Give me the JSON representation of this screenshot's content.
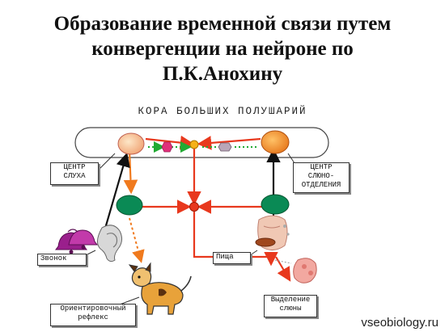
{
  "title_lines": [
    "Образование временной связи путем",
    "конвергенции на нейроне по",
    "П.К.Анохину"
  ],
  "cortex_label": "КОРА БОЛЬШИХ ПОЛУШАРИЙ",
  "labels": {
    "hearing_center": [
      "ЦЕНТР",
      "СЛУХА"
    ],
    "salivation_center": [
      "ЦЕНТР",
      "СЛЮНО-",
      "ОТДЕЛЕНИЯ"
    ],
    "bell": "Звонок",
    "food": "Пища",
    "orienting_reflex": [
      "Ориентировочный",
      "рефлекс"
    ],
    "saliva": [
      "Выделение",
      "слюны"
    ]
  },
  "watermark": "vseobiology.ru",
  "icons": [
    "bell-icon",
    "ear-icon",
    "dog-icon",
    "tongue-icon",
    "salivary-gland-icon"
  ],
  "colors": {
    "pathway_red": "#e8381d",
    "pathway_orange": "#f07a1e",
    "nerve_black": "#111111",
    "green_nucleus": "#0a8a55",
    "hearing_center_fill": "#f6c59a",
    "salivation_center_fill": "#f39a3a",
    "bell_purple": "#9a1f8c"
  }
}
